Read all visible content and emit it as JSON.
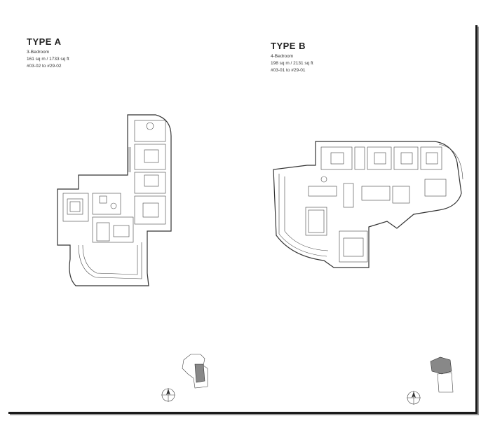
{
  "type_a": {
    "title": "TYPE A",
    "bedrooms": "3-Bedroom",
    "area": "161 sq m / 1733 sq ft",
    "units": "#03-02 to #29-02"
  },
  "type_b": {
    "title": "TYPE B",
    "bedrooms": "4-Bedroom",
    "area": "198 sq m / 2131 sq ft",
    "units": "#03-01 to #29-01"
  }
}
